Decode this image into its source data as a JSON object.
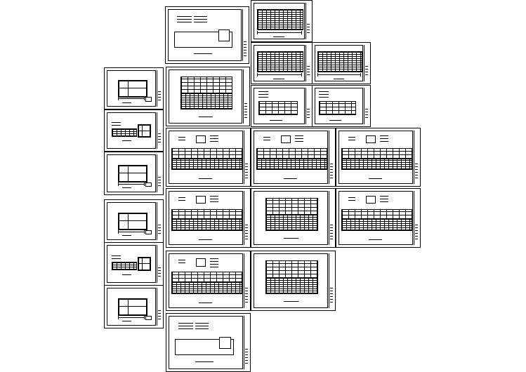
{
  "drawing_set": {
    "background": "#ffffff",
    "line_color": "#000000",
    "sheet_count": 24,
    "sheet_kinds": [
      "system-diagram",
      "distribution-schedule",
      "floor-plan",
      "elevation",
      "panel-schedule"
    ]
  }
}
